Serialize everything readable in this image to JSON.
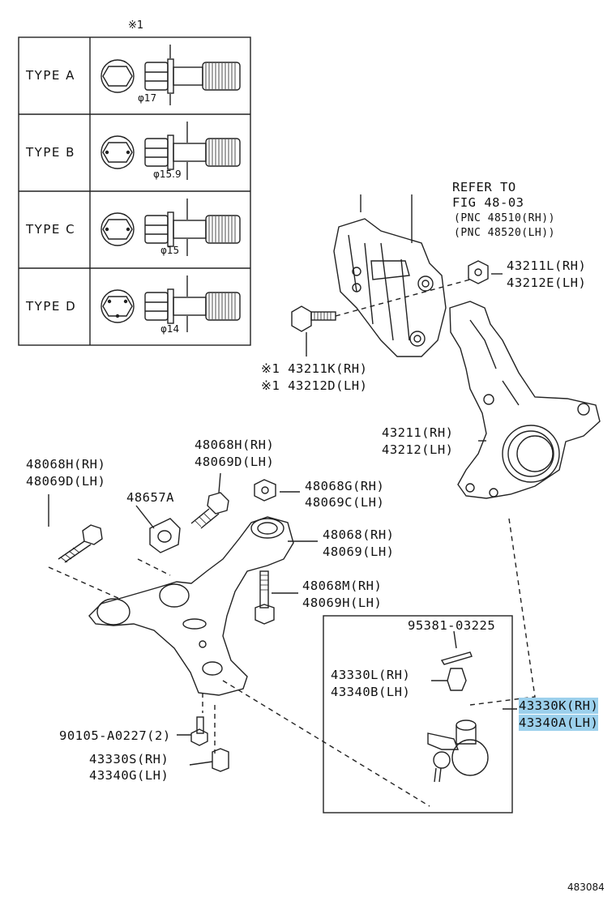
{
  "table": {
    "note": "※1",
    "rows": [
      {
        "type": "TYPE A",
        "dia": "φ17"
      },
      {
        "type": "TYPE B",
        "dia": "φ15.9"
      },
      {
        "type": "TYPE C",
        "dia": "φ15"
      },
      {
        "type": "TYPE D",
        "dia": "φ14"
      }
    ]
  },
  "refer": {
    "l1": "REFER TO",
    "l2": "FIG 48-03",
    "l3": "(PNC 48510(RH))",
    "l4": "(PNC 48520(LH))"
  },
  "parts": {
    "p43211L": "43211L(RH)",
    "p43212E": "43212E(LH)",
    "p43211K": "※1 43211K(RH)",
    "p43212D": "※1 43212D(LH)",
    "p43211": "43211(RH)",
    "p43212": "43212(LH)",
    "p48068H_a": "48068H(RH)",
    "p48069D_a": "48069D(LH)",
    "p48068H_b": "48068H(RH)",
    "p48069D_b": "48069D(LH)",
    "p48657A": "48657A",
    "p48068G": "48068G(RH)",
    "p48069C": "48069C(LH)",
    "p48068": "48068(RH)",
    "p48069": "48069(LH)",
    "p48068M": "48068M(RH)",
    "p48069H": "48069H(LH)",
    "p95381": "95381-03225",
    "p43330L": "43330L(RH)",
    "p43340B": "43340B(LH)",
    "p43330K": "43330K(RH)",
    "p43340A": "43340A(LH)",
    "p90105": "90105-A0227(2)",
    "p43330S": "43330S(RH)",
    "p43340G": "43340G(LH)"
  },
  "figure_number": "483084",
  "colors": {
    "highlight": "#9cd0ec",
    "line": "#222222"
  }
}
